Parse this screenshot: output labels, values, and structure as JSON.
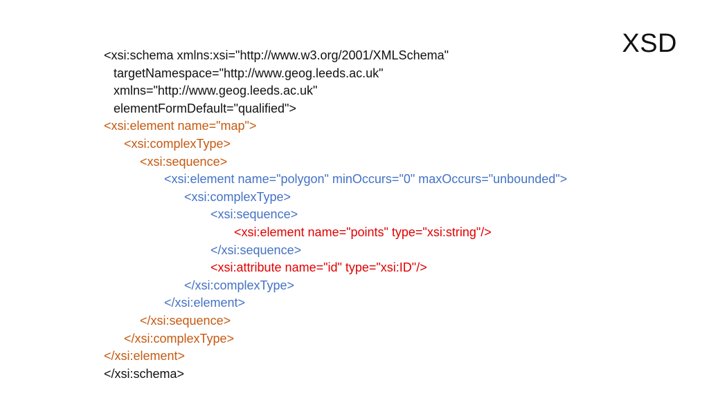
{
  "slide": {
    "title": "XSD"
  },
  "colors": {
    "text": "#111111",
    "orange": "#c55a11",
    "blue": "#4472c4",
    "red": "#e00000"
  },
  "code_lines": [
    "<xsi:schema xmlns:xsi=\"http://www.w3.org/2001/XMLSchema\"",
    "targetNamespace=\"http://www.geog.leeds.ac.uk\"",
    "xmlns=\"http://www.geog.leeds.ac.uk\"",
    "elementFormDefault=\"qualified\">",
    "<xsi:element name=\"map\">",
    "<xsi:complexType>",
    "<xsi:sequence>",
    "<xsi:element name=\"polygon\" minOccurs=\"0\" maxOccurs=\"unbounded\">",
    "<xsi:complexType>",
    "<xsi:sequence>",
    "<xsi:element name=\"points\" type=\"xsi:string\"/>",
    "</xsi:sequence>",
    "<xsi:attribute name=\"id\" type=\"xsi:ID\"/>",
    "</xsi:complexType>",
    "</xsi:element>",
    "</xsi:sequence>",
    "</xsi:complexType>",
    "</xsi:element>",
    "</xsi:schema>"
  ]
}
